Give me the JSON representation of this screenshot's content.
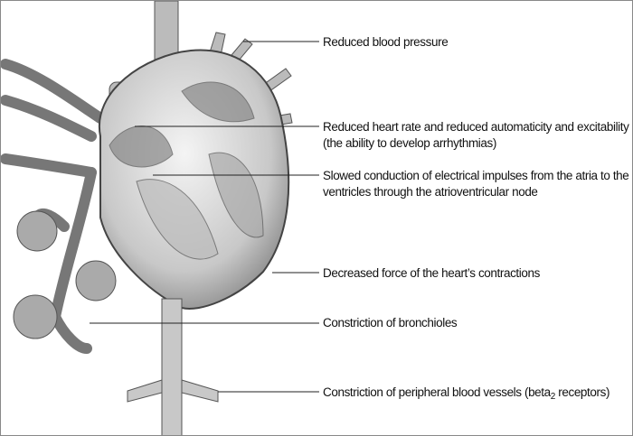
{
  "labels": [
    {
      "text": "Reduced blood pressure"
    },
    {
      "text": "Reduced heart rate and reduced automaticity and excitability (the ability to develop arrhythmias)"
    },
    {
      "text": "Slowed conduction of electrical impulses from the atria to the ventricles through the atrioventricular node"
    },
    {
      "text": "Decreased force of the heart’s contractions"
    },
    {
      "text": "Constriction of bronchioles"
    },
    {
      "text": "Constriction of peripheral blood vessels (beta",
      "subscript": "2",
      "text_after": " receptors)"
    }
  ],
  "colors": {
    "line": "#222222",
    "sketch": "#555555",
    "fill": "#d8d8d8"
  }
}
